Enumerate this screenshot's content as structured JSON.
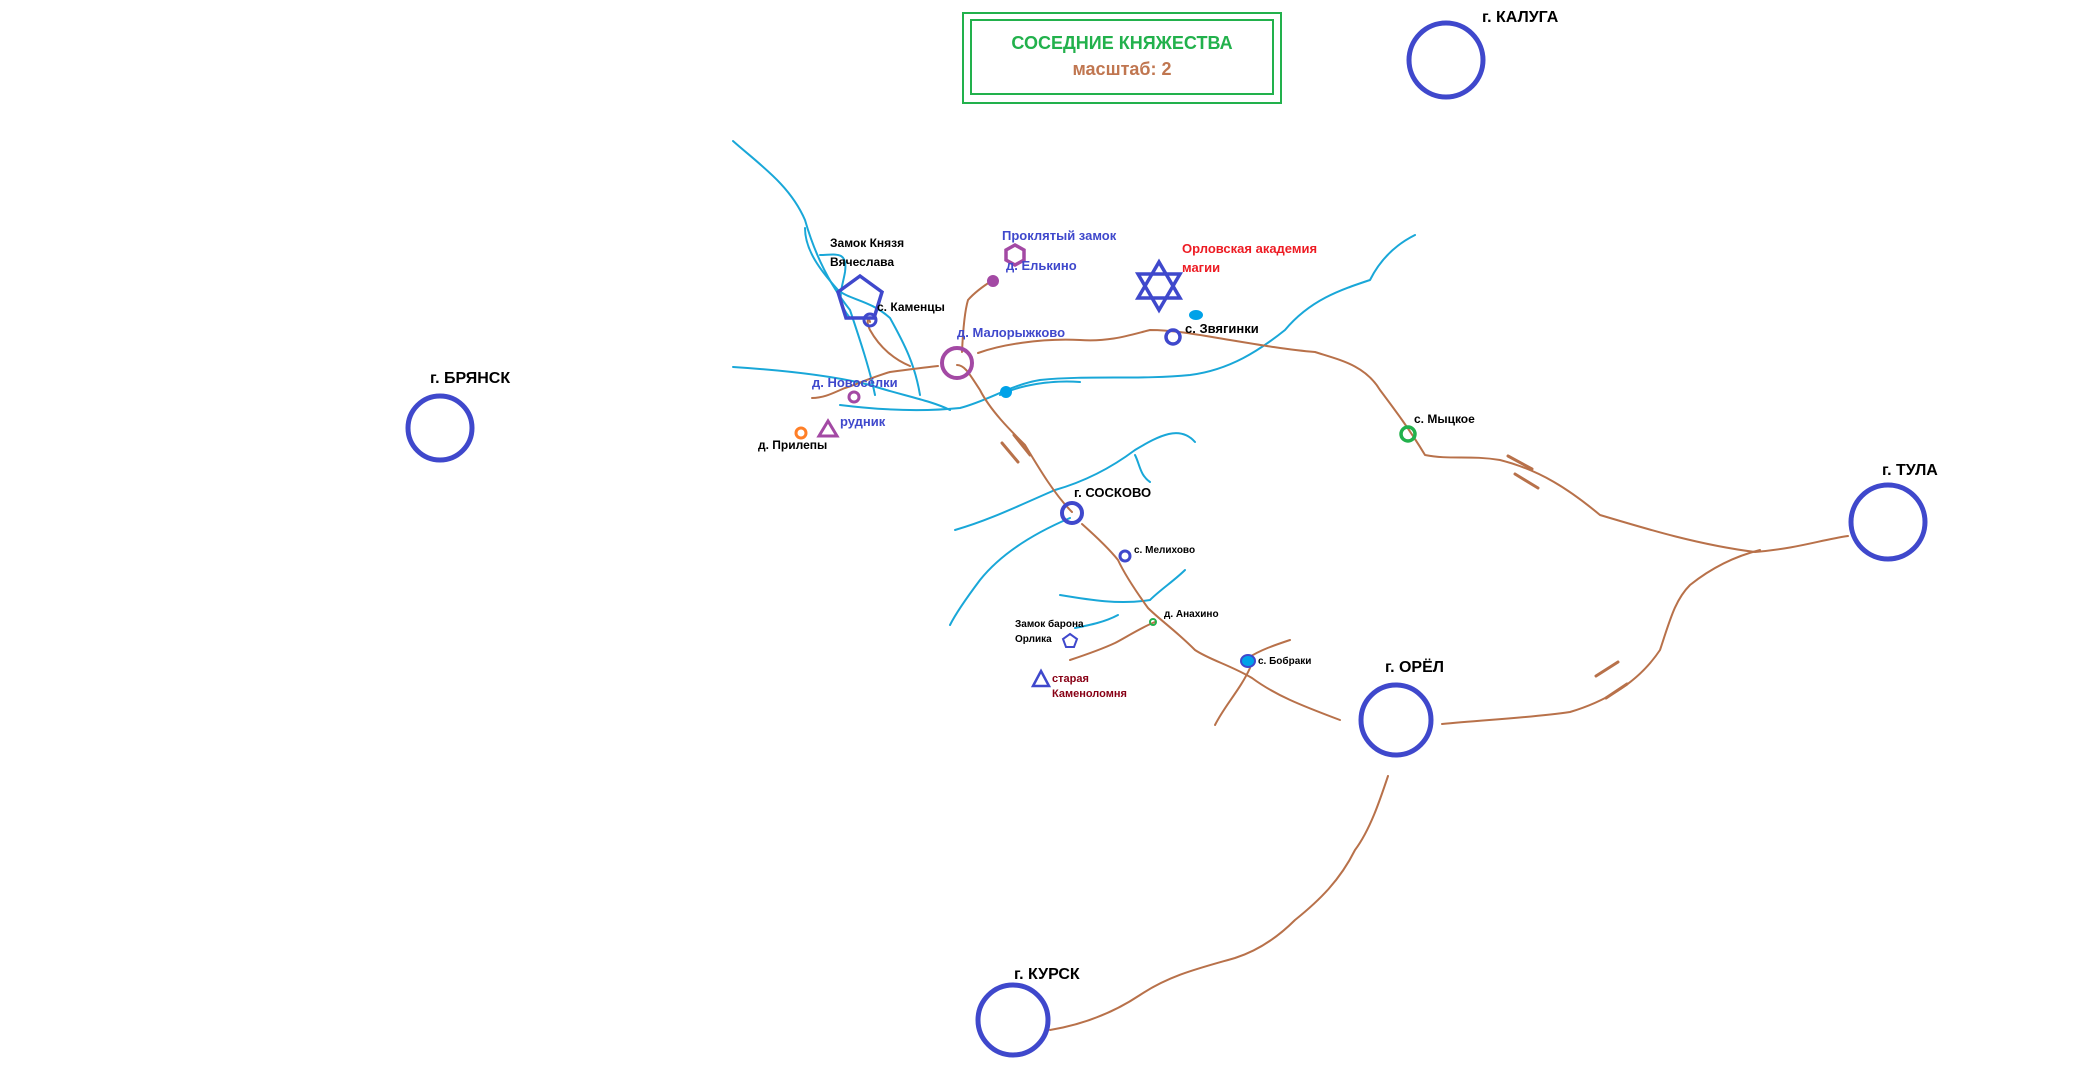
{
  "map": {
    "title": "СОСЕДНИЕ КНЯЖЕСТВА",
    "scale": "масштаб: 2",
    "colors": {
      "title": "#22b14c",
      "scale": "#c07650",
      "frame": "#22b14c",
      "city": "#3f48cc",
      "village": "#3f48cc",
      "hamlet": "#a349a4",
      "academy": "#ed1c24",
      "quarry": "#880015",
      "river": "#19a7d8",
      "road": "#b8714a",
      "green_village": "#22b14c",
      "lake": "#00a2e8",
      "orange_village": "#ff7f27"
    },
    "cities": {
      "kaluga": "г. КАЛУГА",
      "bryansk": "г. БРЯНСК",
      "tula": "г. ТУЛА",
      "orel": "г. ОРЁЛ",
      "kursk": "г. КУРСК",
      "soskovo": "г. СОСКОВО"
    },
    "places": {
      "castle_vyacheslav_1": "Замок Князя",
      "castle_vyacheslav_2": "Вячеслава",
      "kamentsy": "с. Каменцы",
      "cursed_castle": "Проклятый замок",
      "elkino": "д. Елькино",
      "academy_1": "Орловская академия",
      "academy_2": "магии",
      "zvyaginki": "с. Звягинки",
      "malorizhkovo": "д. Малорыжково",
      "novoselki": "д. Новосёлки",
      "mine": "рудник",
      "prilepy": "д. Прилепы",
      "mytskoe": "с. Мыцкое",
      "melikhovo": "с. Мелихово",
      "anakhino": "д. Анахино",
      "castle_orlik_1": "Замок барона",
      "castle_orlik_2": "Орлика",
      "quarry_1": "старая",
      "quarry_2": "Каменоломня",
      "bobraki": "с. Бобраки"
    }
  }
}
